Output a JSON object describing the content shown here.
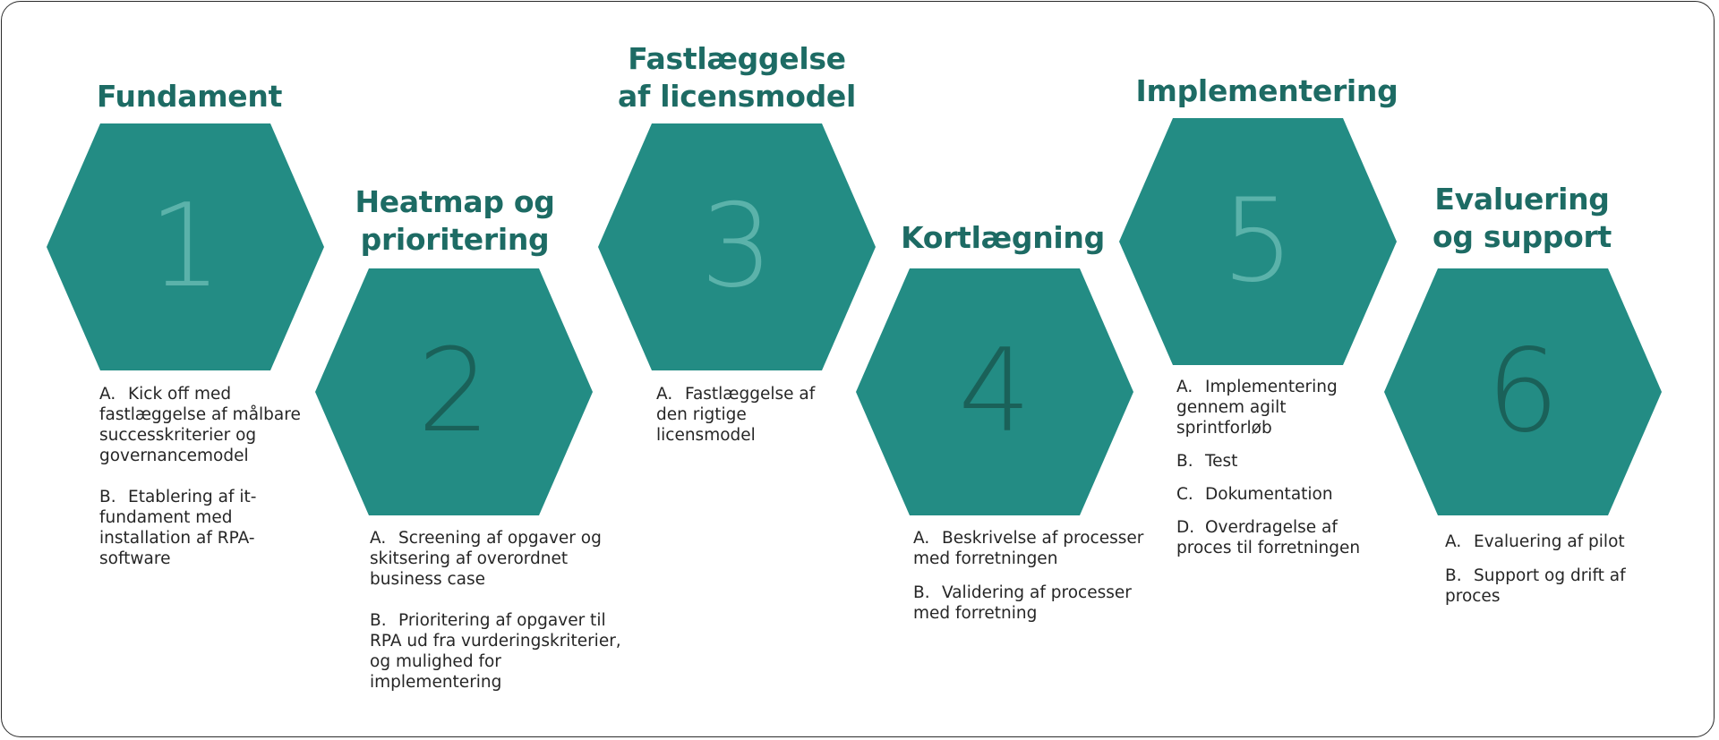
{
  "colors": {
    "hexagon_fill": "#238c84",
    "title_text": "#1d6b64",
    "number_light": "#5bb2aa",
    "number_dark": "#1a6159",
    "body_text": "#262626",
    "frame_border": "#2b2b2b"
  },
  "steps": [
    {
      "number": "1",
      "number_tone": "light",
      "title_lines": [
        "Fundament"
      ],
      "items": [
        {
          "marker": "A.",
          "text": "Kick off med fastlæggelse af målbare successkriterier og governancemodel"
        },
        {
          "marker": "B.",
          "text": "Etablering af it-fundament med installation af RPA-software"
        }
      ]
    },
    {
      "number": "2",
      "number_tone": "dark",
      "title_lines": [
        "Heatmap og",
        "prioritering"
      ],
      "items": [
        {
          "marker": "A.",
          "text": "Screening af opgaver og skitsering af overordnet business case"
        },
        {
          "marker": "B.",
          "text": "Prioritering af opgaver til RPA ud fra vurderingskriterier, og mulighed for implementering"
        }
      ]
    },
    {
      "number": "3",
      "number_tone": "light",
      "title_lines": [
        "Fastlæggelse",
        "af licensmodel"
      ],
      "items": [
        {
          "marker": "A.",
          "text": "Fastlæggelse af den rigtige licensmodel"
        }
      ]
    },
    {
      "number": "4",
      "number_tone": "dark",
      "title_lines": [
        "Kortlægning"
      ],
      "items": [
        {
          "marker": "A.",
          "text": "Beskrivelse af processer med forretningen"
        },
        {
          "marker": "B.",
          "text": "Validering af processer med forretning"
        }
      ]
    },
    {
      "number": "5",
      "number_tone": "light",
      "title_lines": [
        "Implementering"
      ],
      "items": [
        {
          "marker": "A.",
          "text": "Implementering gennem agilt sprintforløb"
        },
        {
          "marker": "B.",
          "text": "Test"
        },
        {
          "marker": "C.",
          "text": "Dokumentation"
        },
        {
          "marker": "D.",
          "text": "Overdragelse af proces til forretningen"
        }
      ]
    },
    {
      "number": "6",
      "number_tone": "dark",
      "title_lines": [
        "Evaluering",
        "og support"
      ],
      "items": [
        {
          "marker": "A.",
          "text": "Evaluering af pilot"
        },
        {
          "marker": "B.",
          "text": "Support og drift af proces"
        }
      ]
    }
  ]
}
